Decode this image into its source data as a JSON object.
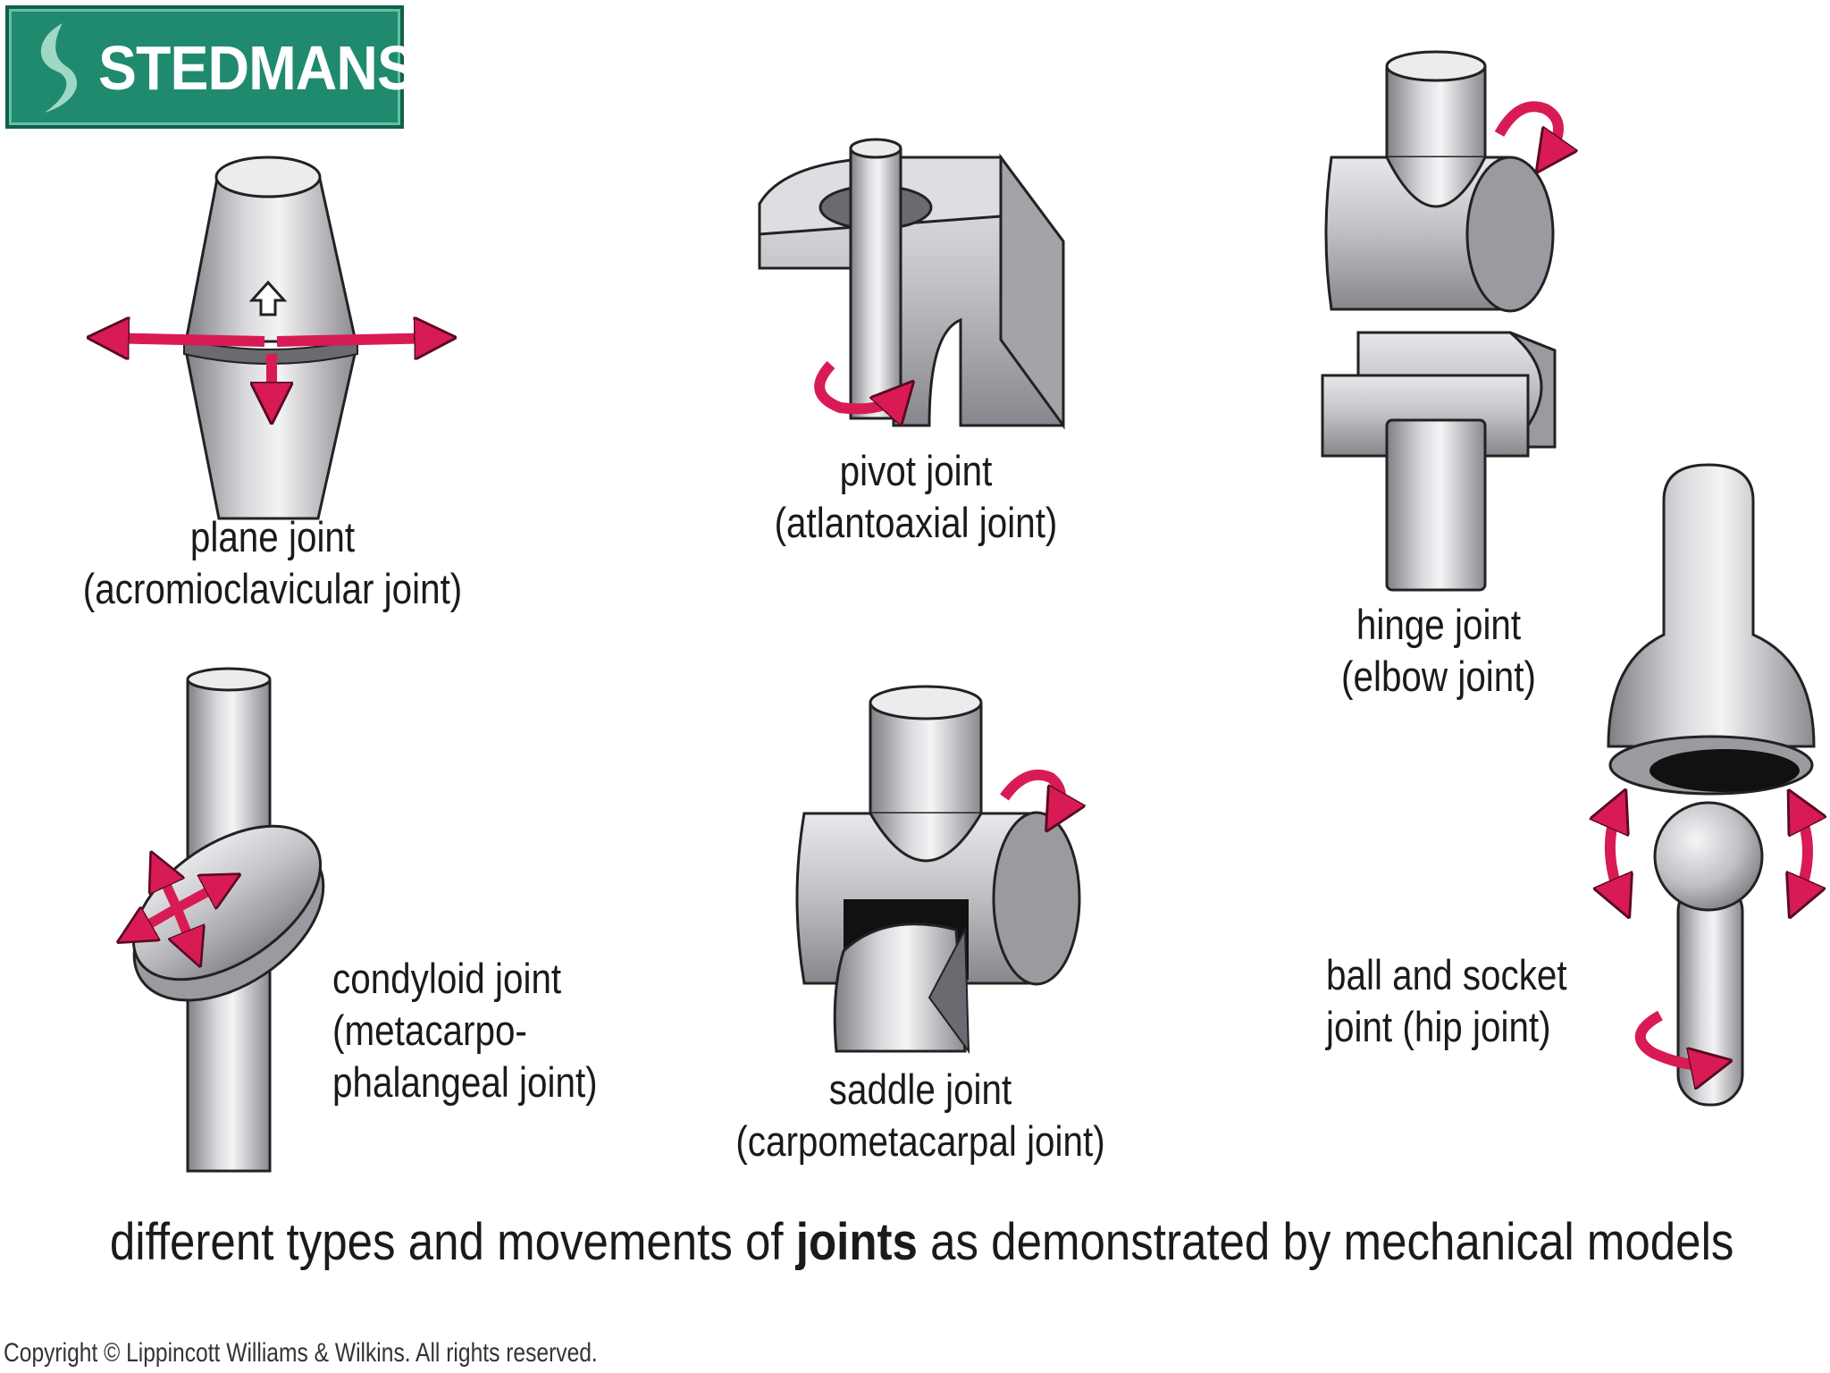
{
  "logo": {
    "text": "STEDMANS",
    "icon": "stedmans-swirl-icon",
    "color": "#1f8a6e"
  },
  "joints": [
    {
      "id": "plane",
      "lines": [
        "plane joint",
        "(acromioclavicular joint)"
      ]
    },
    {
      "id": "pivot",
      "lines": [
        "pivot joint",
        "(atlantoaxial joint)"
      ]
    },
    {
      "id": "hinge",
      "lines": [
        "hinge joint",
        "(elbow joint)"
      ]
    },
    {
      "id": "condyloid",
      "lines": [
        "condyloid joint",
        "(metacarpo-",
        "phalangeal joint)"
      ]
    },
    {
      "id": "saddle",
      "lines": [
        "saddle joint",
        "(carpometacarpal joint)"
      ]
    },
    {
      "id": "ball",
      "lines": [
        "ball and socket",
        "joint (hip joint)"
      ]
    }
  ],
  "caption": {
    "before": "different types and movements of ",
    "bold": "joints",
    "after": " as demonstrated by mechanical models"
  },
  "copyright": "Copyright © Lippincott Williams & Wilkins. All rights reserved.",
  "colors": {
    "arrow": "#d81b55",
    "metal": "#b8b8bc",
    "metal_dark": "#8a8a90",
    "metal_light": "#f2f2f4"
  }
}
